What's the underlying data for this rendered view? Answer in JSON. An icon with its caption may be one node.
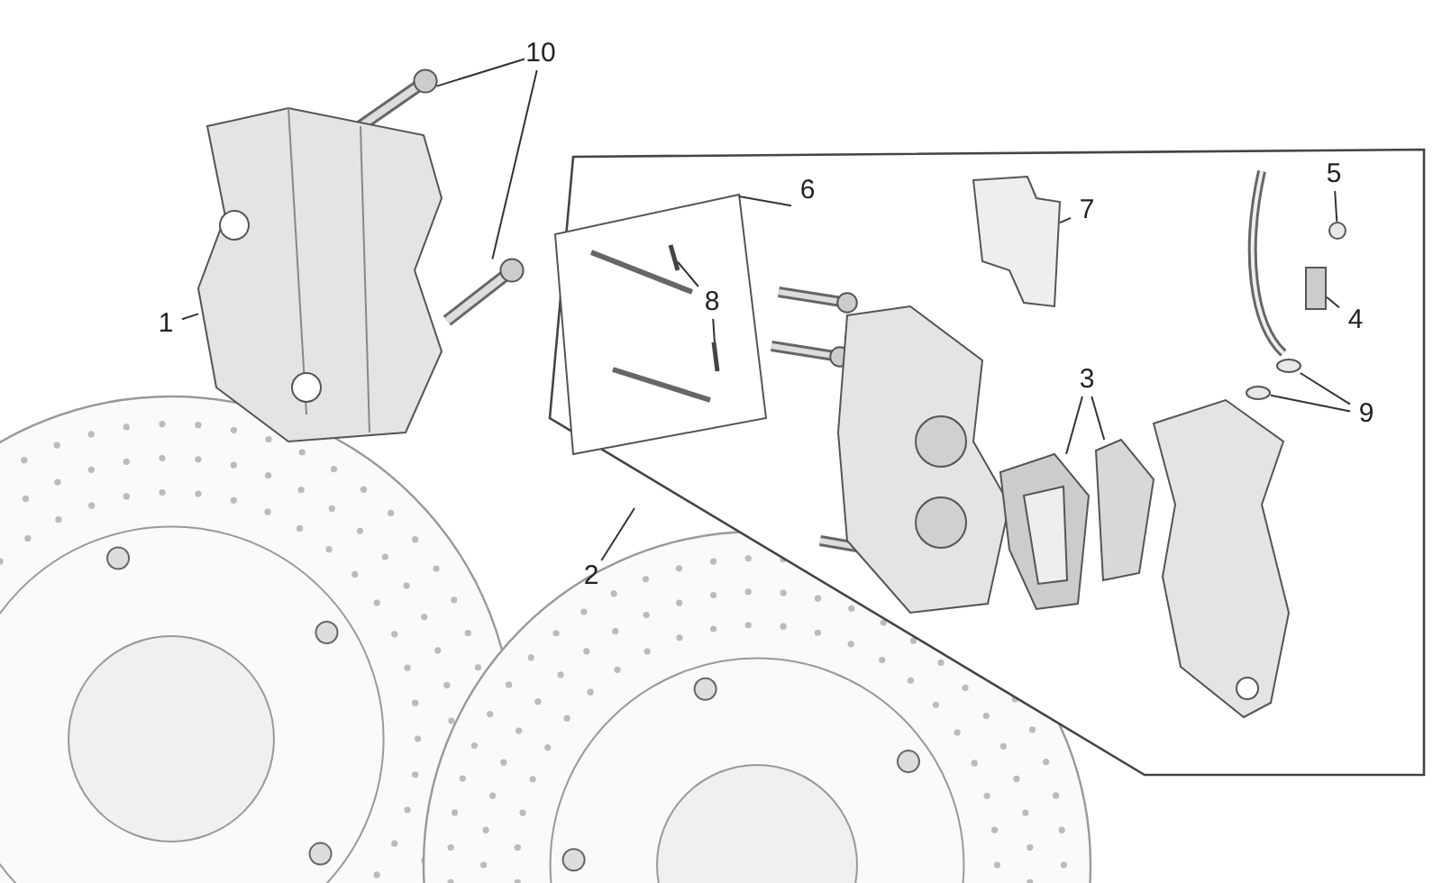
{
  "diagram": {
    "nodes": [
      {
        "text": [
          "10"
        ]
      },
      {
        "text": [
          "5"
        ]
      },
      {
        "text": [
          "6"
        ]
      },
      {
        "text": [
          "7"
        ]
      },
      {
        "text": [
          "8"
        ],
        "in": 13
      },
      {
        "text": [
          "4"
        ]
      },
      {
        "text": [
          "1"
        ]
      },
      {
        "text": [
          "3"
        ]
      },
      {
        "text": [
          "9"
        ]
      },
      {
        "text": [
          "2"
        ]
      },
      {
        "text": [],
        "shape": "picture"
      },
      {
        "text": [],
        "shape": "picture"
      },
      {
        "text": [],
        "shape": "circle"
      },
      {
        "text": [],
        "shape": "box"
      },
      {
        "text": [],
        "shape": "picture",
        "in": 13
      },
      {
        "text": [],
        "shape": "picture",
        "in": 13
      },
      {
        "text": [],
        "shape": "picture"
      },
      {
        "text": [],
        "shape": "box"
      },
      {
        "text": [],
        "shape": "picture"
      },
      {
        "text": [],
        "shape": "picture"
      },
      {
        "text": [],
        "shape": "picture"
      },
      {
        "text": [],
        "shape": "circle"
      },
      {
        "text": [],
        "shape": "circle"
      }
    ],
    "edges": [
      {
        "from": 0,
        "to": 10,
        "arrow": "none"
      },
      {
        "from": 0,
        "to": 11,
        "arrow": "none"
      },
      {
        "from": 1,
        "to": 12,
        "arrow": "none"
      },
      {
        "from": 2,
        "to": 13,
        "arrow": "none"
      },
      {
        "from": 3,
        "to": 16,
        "arrow": "none"
      },
      {
        "from": 4,
        "to": 14,
        "arrow": "none"
      },
      {
        "from": 4,
        "to": 15,
        "arrow": "none"
      },
      {
        "from": 5,
        "to": 17,
        "arrow": "none"
      },
      {
        "from": 6,
        "to": 18,
        "arrow": "none"
      },
      {
        "from": 7,
        "to": 19,
        "arrow": "none"
      },
      {
        "from": 7,
        "to": 20,
        "arrow": "none"
      },
      {
        "from": 8,
        "to": 21,
        "arrow": "none"
      },
      {
        "from": 8,
        "to": 22,
        "arrow": "none"
      },
      {
        "from": 9,
        "to": null,
        "arrow": "none"
      }
    ]
  }
}
